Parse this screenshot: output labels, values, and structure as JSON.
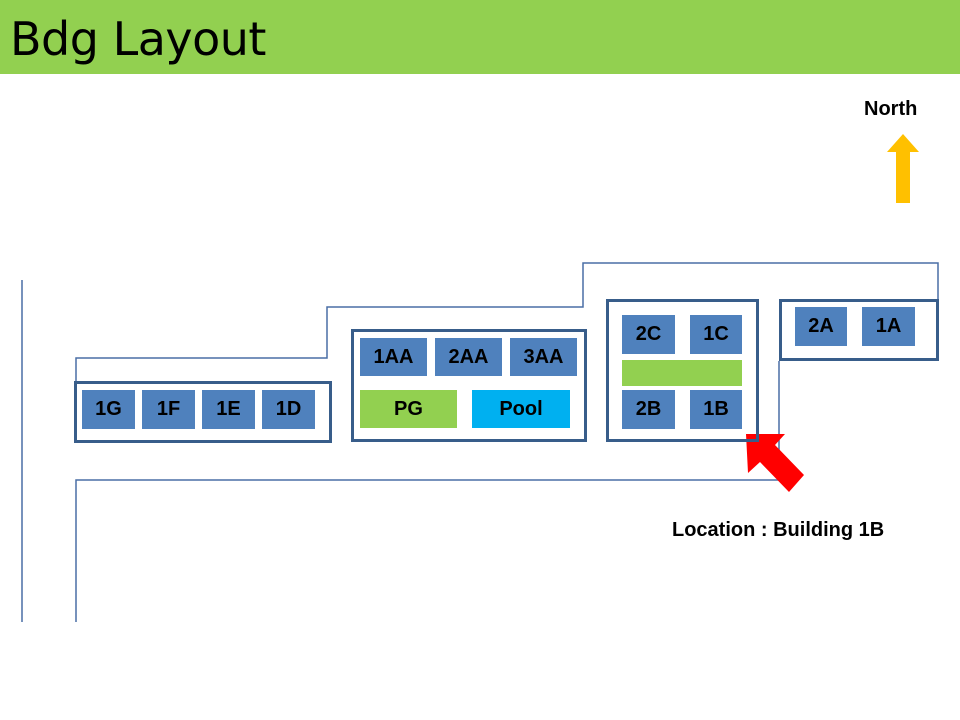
{
  "header": {
    "title": "Bdg Layout",
    "bg_color": "#92d050"
  },
  "compass": {
    "label": "North",
    "arrow_icon": "north-arrow-icon",
    "arrow_color": "#ffc000"
  },
  "blocks": {
    "block_g_d": {
      "units": [
        "1G",
        "1F",
        "1E",
        "1D"
      ]
    },
    "block_aa": {
      "units": [
        "1AA",
        "2AA",
        "3AA"
      ],
      "facilities": [
        "PG",
        "Pool"
      ]
    },
    "block_b_c": {
      "units": [
        "2C",
        "1C",
        "2B",
        "1B"
      ]
    },
    "block_a": {
      "units": [
        "2A",
        "1A"
      ]
    }
  },
  "colors": {
    "unit": "#4f81bd",
    "border": "#385d8a",
    "playground": "#92d050",
    "pool": "#00b0f0",
    "road": "#4a6fa5",
    "pointer": "#ff0000"
  },
  "location": {
    "text": "Location : Building 1B",
    "pointer_icon": "location-pointer-arrow-icon"
  }
}
